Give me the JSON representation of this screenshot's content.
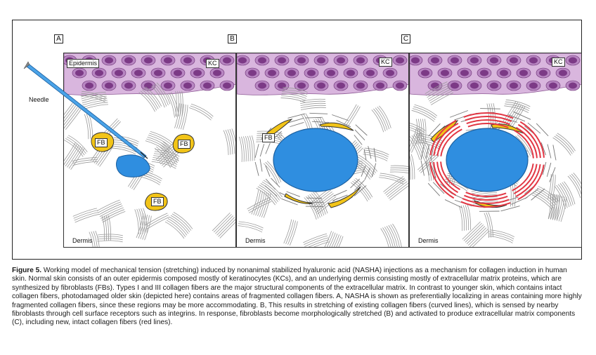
{
  "figure": {
    "panel_letters": [
      "A",
      "B",
      "C"
    ],
    "labels": {
      "epidermis": "Epidermis",
      "kc": "KC",
      "needle": "Needle",
      "fb": "FB",
      "dermis": "Dermis"
    },
    "colors": {
      "epidermis": "#d9b6de",
      "kc_cell": "#7c3a86",
      "nasha": "#2f8ee0",
      "fibroblast": "#f2c418",
      "new_collagen": "#e23744",
      "fiber": "#9a9a9a"
    }
  },
  "caption": {
    "label": "Figure 5.",
    "text": " Working model of mechanical tension (stretching) induced by nonanimal stabilized hyaluronic acid (NASHA) injections as a mechanism for collagen induction in human skin. Normal skin consists of an outer epidermis composed mostly of keratinocytes (KCs), and an underlying dermis consisting mostly of extracellular matrix proteins, which are synthesized by fibroblasts (FBs). Types I and III collagen fibers are the major structural components of the extracellular matrix. In contrast to younger skin, which contains intact collagen fibers, photodamaged older skin (depicted here) contains areas of fragmented collagen fibers. A, NASHA is shown as preferentially localizing in areas containing more highly fragmented collagen fibers, since these regions may be more accommodating. B, This results in stretching of existing collagen fibers (curved lines), which is sensed by nearby fibroblasts through cell surface receptors such as integrins. In response, fibroblasts become morphologically stretched (B) and activated to produce extracellular matrix components (C), including new, intact collagen fibers (red lines)."
  }
}
